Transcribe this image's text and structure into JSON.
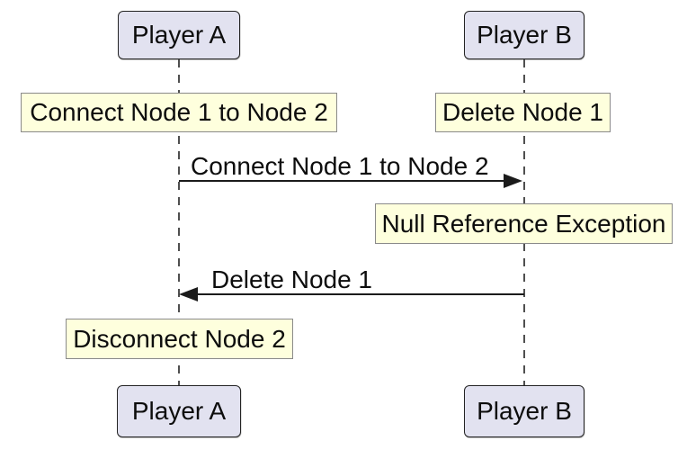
{
  "diagram_type": "sequence-diagram",
  "actors": [
    {
      "label": "Player A"
    },
    {
      "label": "Player B"
    }
  ],
  "notes": [
    {
      "text": "Connect Node 1 to Node 2",
      "over": "Player A"
    },
    {
      "text": "Delete Node 1",
      "over": "Player B"
    },
    {
      "text": "Null Reference Exception",
      "over": "Player B"
    },
    {
      "text": "Disconnect Node 2",
      "over": "Player A"
    }
  ],
  "messages": [
    {
      "text": "Connect Node 1 to Node 2",
      "from": "Player A",
      "to": "Player B",
      "direction": "right"
    },
    {
      "text": "Delete Node 1",
      "from": "Player B",
      "to": "Player A",
      "direction": "left"
    }
  ],
  "colors": {
    "background": "#ffffff",
    "actor_fill": "#e2e2f0",
    "actor_border": "#232323",
    "note_fill": "#feffdd",
    "note_border": "#8a8a8a",
    "arrow": "#1b1b1b",
    "lifeline": "#4f4f4f",
    "text": "#0d0d0d"
  }
}
